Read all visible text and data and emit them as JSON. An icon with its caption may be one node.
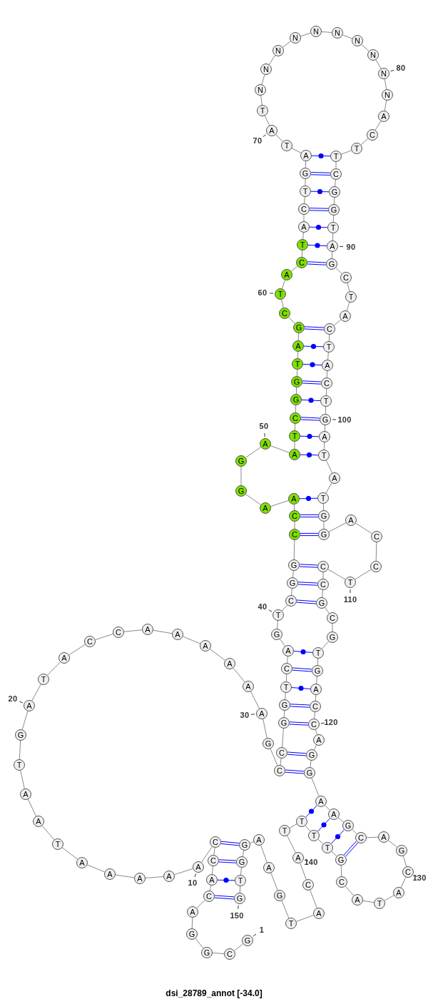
{
  "diagram": {
    "caption": "dsi_28789_annot [-34.0]",
    "nodes": [
      {
        "text": [
          "G"
        ],
        "beside": [
          "1"
        ]
      },
      {
        "text": [
          "C"
        ]
      },
      {
        "text": [
          "G"
        ]
      },
      {
        "text": [
          "G"
        ]
      },
      {
        "text": [
          "A"
        ]
      },
      {
        "text": [
          "C"
        ]
      },
      {
        "text": [
          "A"
        ]
      },
      {
        "text": [
          "C"
        ]
      },
      {
        "text": [
          "C"
        ]
      },
      {
        "text": [
          "A"
        ],
        "beside": [
          "10"
        ]
      },
      {
        "text": [
          "A"
        ]
      },
      {
        "text": [
          "A"
        ]
      },
      {
        "text": [
          "A"
        ]
      },
      {
        "text": [
          "A"
        ]
      },
      {
        "text": [
          "T"
        ]
      },
      {
        "text": [
          "A"
        ]
      },
      {
        "text": [
          "A"
        ]
      },
      {
        "text": [
          "T"
        ]
      },
      {
        "text": [
          "G"
        ]
      },
      {
        "text": [
          "A"
        ],
        "beside": [
          "20"
        ]
      },
      {
        "text": [
          "T"
        ]
      },
      {
        "text": [
          "A"
        ]
      },
      {
        "text": [
          "C"
        ]
      },
      {
        "text": [
          "C"
        ]
      },
      {
        "text": [
          "A"
        ]
      },
      {
        "text": [
          "A"
        ]
      },
      {
        "text": [
          "A"
        ]
      },
      {
        "text": [
          "A"
        ]
      },
      {
        "text": [
          "A"
        ]
      },
      {
        "text": [
          "A"
        ],
        "beside": [
          "30"
        ]
      },
      {
        "text": [
          "G"
        ]
      },
      {
        "text": [
          "C"
        ]
      },
      {
        "text": [
          "C"
        ]
      },
      {
        "text": [
          "G"
        ]
      },
      {
        "text": [
          "G"
        ]
      },
      {
        "text": [
          "T"
        ]
      },
      {
        "text": [
          "C"
        ]
      },
      {
        "text": [
          "A"
        ]
      },
      {
        "text": [
          "G"
        ]
      },
      {
        "text": [
          "T"
        ],
        "beside": [
          "40"
        ]
      },
      {
        "text": [
          "C"
        ]
      },
      {
        "text": [
          "G"
        ]
      },
      {
        "text": [
          "G"
        ]
      },
      {
        "text": [
          "C"
        ]
      },
      {
        "text": [
          "C"
        ]
      },
      {
        "text": [
          "A"
        ]
      },
      {
        "text": [
          "A"
        ]
      },
      {
        "text": [
          "G"
        ]
      },
      {
        "text": [
          "G"
        ]
      },
      {
        "text": [
          "A"
        ],
        "beside": [
          "50"
        ]
      },
      {
        "text": [
          "A"
        ]
      },
      {
        "text": [
          "T"
        ]
      },
      {
        "text": [
          "C"
        ]
      },
      {
        "text": [
          "G"
        ]
      },
      {
        "text": [
          "G"
        ]
      },
      {
        "text": [
          "T"
        ]
      },
      {
        "text": [
          "A"
        ]
      },
      {
        "text": [
          "G"
        ]
      },
      {
        "text": [
          "C"
        ]
      },
      {
        "text": [
          "T"
        ],
        "beside": [
          "60"
        ]
      },
      {
        "text": [
          "A"
        ]
      },
      {
        "text": [
          "C"
        ]
      },
      {
        "text": [
          "T"
        ]
      },
      {
        "text": [
          "A"
        ]
      },
      {
        "text": [
          "C"
        ]
      },
      {
        "text": [
          "T"
        ]
      },
      {
        "text": [
          "G"
        ]
      },
      {
        "text": [
          "A"
        ]
      },
      {
        "text": [
          "T"
        ]
      },
      {
        "text": [
          "A"
        ],
        "beside": [
          "70"
        ]
      },
      {
        "text": [
          "T"
        ]
      },
      {
        "text": [
          "N"
        ]
      },
      {
        "text": [
          "N"
        ]
      },
      {
        "text": [
          "N"
        ]
      },
      {
        "text": [
          "N"
        ]
      },
      {
        "text": [
          "N"
        ]
      },
      {
        "text": [
          "N"
        ]
      },
      {
        "text": [
          "N"
        ]
      },
      {
        "text": [
          "N"
        ]
      },
      {
        "text": [
          "N"
        ],
        "beside": [
          "80"
        ]
      },
      {
        "text": [
          "N"
        ]
      },
      {
        "text": [
          "A"
        ]
      },
      {
        "text": [
          "C"
        ]
      },
      {
        "text": [
          "T"
        ]
      },
      {
        "text": [
          "T"
        ]
      },
      {
        "text": [
          "C"
        ]
      },
      {
        "text": [
          "G"
        ]
      },
      {
        "text": [
          "G"
        ]
      },
      {
        "text": [
          "T"
        ]
      },
      {
        "text": [
          "A"
        ],
        "beside": [
          "90"
        ]
      },
      {
        "text": [
          "G"
        ]
      },
      {
        "text": [
          "C"
        ]
      },
      {
        "text": [
          "T"
        ]
      },
      {
        "text": [
          "A"
        ]
      },
      {
        "text": [
          "C"
        ]
      },
      {
        "text": [
          "T"
        ]
      },
      {
        "text": [
          "A"
        ]
      },
      {
        "text": [
          "C"
        ]
      },
      {
        "text": [
          "T"
        ]
      },
      {
        "text": [
          "G"
        ],
        "beside": [
          "100"
        ]
      },
      {
        "text": [
          "A"
        ]
      },
      {
        "text": [
          "T"
        ]
      },
      {
        "text": [
          "A"
        ]
      },
      {
        "text": [
          "T"
        ]
      },
      {
        "text": [
          "G"
        ]
      },
      {
        "text": [
          "G"
        ]
      },
      {
        "text": [
          "A"
        ]
      },
      {
        "text": [
          "C"
        ]
      },
      {
        "text": [
          "C"
        ]
      },
      {
        "text": [
          "T"
        ],
        "beside": [
          "110"
        ]
      },
      {
        "text": [
          "C"
        ]
      },
      {
        "text": [
          "C"
        ]
      },
      {
        "text": [
          "G"
        ]
      },
      {
        "text": [
          "C"
        ]
      },
      {
        "text": [
          "G"
        ]
      },
      {
        "text": [
          "T"
        ]
      },
      {
        "text": [
          "G"
        ]
      },
      {
        "text": [
          "A"
        ]
      },
      {
        "text": [
          "C"
        ]
      },
      {
        "text": [
          "C"
        ],
        "beside": [
          "120"
        ]
      },
      {
        "text": [
          "A"
        ]
      },
      {
        "text": [
          "G"
        ]
      },
      {
        "text": [
          "G"
        ]
      },
      {
        "text": [
          "A"
        ]
      },
      {
        "text": [
          "A"
        ]
      },
      {
        "text": [
          "G"
        ]
      },
      {
        "text": [
          "C"
        ]
      },
      {
        "text": [
          "A"
        ]
      },
      {
        "text": [
          "G"
        ]
      },
      {
        "text": [
          "C"
        ],
        "beside": [
          "130"
        ]
      },
      {
        "text": [
          "A"
        ]
      },
      {
        "text": [
          "T"
        ]
      },
      {
        "text": [
          "A"
        ]
      },
      {
        "text": [
          "C"
        ]
      },
      {
        "text": [
          "G"
        ]
      },
      {
        "text": [
          "T"
        ]
      },
      {
        "text": [
          "T"
        ]
      },
      {
        "text": [
          "T"
        ]
      },
      {
        "text": [
          "T"
        ]
      },
      {
        "text": [
          "A"
        ],
        "beside": [
          "140"
        ]
      },
      {
        "text": [
          "C"
        ]
      },
      {
        "text": [
          "A"
        ]
      },
      {
        "text": [
          "T"
        ]
      },
      {
        "text": [
          "G"
        ]
      },
      {
        "text": [
          "A"
        ]
      },
      {
        "text": [
          "A"
        ]
      },
      {
        "text": [
          "G"
        ]
      },
      {
        "text": [
          "G"
        ]
      },
      {
        "text": [
          "T"
        ]
      },
      {
        "text": [
          "G"
        ],
        "beside": [
          "150"
        ]
      }
    ],
    "edges": [
      {
        "from": 0,
        "to": 1,
        "arrow": "none"
      },
      {
        "from": 1,
        "to": 2,
        "arrow": "none"
      },
      {
        "from": 2,
        "to": 3,
        "arrow": "none"
      },
      {
        "from": 3,
        "to": 4,
        "arrow": "none"
      },
      {
        "from": 4,
        "to": 5,
        "arrow": "none"
      },
      {
        "from": 5,
        "to": 6,
        "arrow": "none"
      },
      {
        "from": 6,
        "to": 7,
        "arrow": "none"
      },
      {
        "from": 7,
        "to": 8,
        "arrow": "none"
      },
      {
        "from": 8,
        "to": 9,
        "arrow": "none"
      },
      {
        "from": 9,
        "to": 10,
        "arrow": "none"
      },
      {
        "from": 10,
        "to": 11,
        "arrow": "none"
      },
      {
        "from": 11,
        "to": 12,
        "arrow": "none"
      },
      {
        "from": 12,
        "to": 13,
        "arrow": "none"
      },
      {
        "from": 13,
        "to": 14,
        "arrow": "none"
      },
      {
        "from": 14,
        "to": 15,
        "arrow": "none"
      },
      {
        "from": 15,
        "to": 16,
        "arrow": "none"
      },
      {
        "from": 16,
        "to": 17,
        "arrow": "none"
      },
      {
        "from": 17,
        "to": 18,
        "arrow": "none"
      },
      {
        "from": 18,
        "to": 19,
        "arrow": "none"
      },
      {
        "from": 19,
        "to": 20,
        "arrow": "none"
      },
      {
        "from": 20,
        "to": 21,
        "arrow": "none"
      },
      {
        "from": 21,
        "to": 22,
        "arrow": "none"
      },
      {
        "from": 22,
        "to": 23,
        "arrow": "none"
      },
      {
        "from": 23,
        "to": 24,
        "arrow": "none"
      },
      {
        "from": 24,
        "to": 25,
        "arrow": "none"
      },
      {
        "from": 25,
        "to": 26,
        "arrow": "none"
      },
      {
        "from": 26,
        "to": 27,
        "arrow": "none"
      },
      {
        "from": 27,
        "to": 28,
        "arrow": "none"
      },
      {
        "from": 28,
        "to": 29,
        "arrow": "none"
      },
      {
        "from": 29,
        "to": 30,
        "arrow": "none"
      },
      {
        "from": 30,
        "to": 31,
        "arrow": "none"
      },
      {
        "from": 31,
        "to": 32,
        "arrow": "none"
      },
      {
        "from": 32,
        "to": 33,
        "arrow": "none"
      },
      {
        "from": 33,
        "to": 34,
        "arrow": "none"
      },
      {
        "from": 34,
        "to": 35,
        "arrow": "none"
      },
      {
        "from": 35,
        "to": 36,
        "arrow": "none"
      },
      {
        "from": 36,
        "to": 37,
        "arrow": "none"
      },
      {
        "from": 37,
        "to": 38,
        "arrow": "none"
      },
      {
        "from": 38,
        "to": 39,
        "arrow": "none"
      },
      {
        "from": 39,
        "to": 40,
        "arrow": "none"
      },
      {
        "from": 40,
        "to": 41,
        "arrow": "none"
      },
      {
        "from": 41,
        "to": 42,
        "arrow": "none"
      },
      {
        "from": 42,
        "to": 43,
        "arrow": "none"
      },
      {
        "from": 43,
        "to": 44,
        "arrow": "none"
      },
      {
        "from": 44,
        "to": 45,
        "arrow": "none"
      },
      {
        "from": 45,
        "to": 46,
        "arrow": "none"
      },
      {
        "from": 46,
        "to": 47,
        "arrow": "none"
      },
      {
        "from": 47,
        "to": 48,
        "arrow": "none"
      },
      {
        "from": 48,
        "to": 49,
        "arrow": "none"
      },
      {
        "from": 49,
        "to": 50,
        "arrow": "none"
      },
      {
        "from": 50,
        "to": 51,
        "arrow": "none"
      },
      {
        "from": 51,
        "to": 52,
        "arrow": "none"
      },
      {
        "from": 52,
        "to": 53,
        "arrow": "none"
      },
      {
        "from": 53,
        "to": 54,
        "arrow": "none"
      },
      {
        "from": 54,
        "to": 55,
        "arrow": "none"
      },
      {
        "from": 55,
        "to": 56,
        "arrow": "none"
      },
      {
        "from": 56,
        "to": 57,
        "arrow": "none"
      },
      {
        "from": 57,
        "to": 58,
        "arrow": "none"
      },
      {
        "from": 58,
        "to": 59,
        "arrow": "none"
      },
      {
        "from": 59,
        "to": 60,
        "arrow": "none"
      },
      {
        "from": 60,
        "to": 61,
        "arrow": "none"
      },
      {
        "from": 61,
        "to": 62,
        "arrow": "none"
      },
      {
        "from": 62,
        "to": 63,
        "arrow": "none"
      },
      {
        "from": 63,
        "to": 64,
        "arrow": "none"
      },
      {
        "from": 64,
        "to": 65,
        "arrow": "none"
      },
      {
        "from": 65,
        "to": 66,
        "arrow": "none"
      },
      {
        "from": 66,
        "to": 67,
        "arrow": "none"
      },
      {
        "from": 67,
        "to": 68,
        "arrow": "none"
      },
      {
        "from": 68,
        "to": 69,
        "arrow": "none"
      },
      {
        "from": 69,
        "to": 70,
        "arrow": "none"
      },
      {
        "from": 70,
        "to": 71,
        "arrow": "none"
      },
      {
        "from": 71,
        "to": 72,
        "arrow": "none"
      },
      {
        "from": 72,
        "to": 73,
        "arrow": "none"
      },
      {
        "from": 73,
        "to": 74,
        "arrow": "none"
      },
      {
        "from": 74,
        "to": 75,
        "arrow": "none"
      },
      {
        "from": 75,
        "to": 76,
        "arrow": "none"
      },
      {
        "from": 76,
        "to": 77,
        "arrow": "none"
      },
      {
        "from": 77,
        "to": 78,
        "arrow": "none"
      },
      {
        "from": 78,
        "to": 79,
        "arrow": "none"
      },
      {
        "from": 79,
        "to": 80,
        "arrow": "none"
      },
      {
        "from": 80,
        "to": 81,
        "arrow": "none"
      },
      {
        "from": 81,
        "to": 82,
        "arrow": "none"
      },
      {
        "from": 82,
        "to": 83,
        "arrow": "none"
      },
      {
        "from": 83,
        "to": 84,
        "arrow": "none"
      },
      {
        "from": 84,
        "to": 85,
        "arrow": "none"
      },
      {
        "from": 85,
        "to": 86,
        "arrow": "none"
      },
      {
        "from": 86,
        "to": 87,
        "arrow": "none"
      },
      {
        "from": 87,
        "to": 88,
        "arrow": "none"
      },
      {
        "from": 88,
        "to": 89,
        "arrow": "none"
      },
      {
        "from": 89,
        "to": 90,
        "arrow": "none"
      },
      {
        "from": 90,
        "to": 91,
        "arrow": "none"
      },
      {
        "from": 91,
        "to": 92,
        "arrow": "none"
      },
      {
        "from": 92,
        "to": 93,
        "arrow": "none"
      },
      {
        "from": 93,
        "to": 94,
        "arrow": "none"
      },
      {
        "from": 94,
        "to": 95,
        "arrow": "none"
      },
      {
        "from": 95,
        "to": 96,
        "arrow": "none"
      },
      {
        "from": 96,
        "to": 97,
        "arrow": "none"
      },
      {
        "from": 97,
        "to": 98,
        "arrow": "none"
      },
      {
        "from": 98,
        "to": 99,
        "arrow": "none"
      },
      {
        "from": 99,
        "to": 100,
        "arrow": "none"
      },
      {
        "from": 100,
        "to": 101,
        "arrow": "none"
      },
      {
        "from": 101,
        "to": 102,
        "arrow": "none"
      },
      {
        "from": 102,
        "to": 103,
        "arrow": "none"
      },
      {
        "from": 103,
        "to": 104,
        "arrow": "none"
      },
      {
        "from": 104,
        "to": 105,
        "arrow": "none"
      },
      {
        "from": 105,
        "to": 106,
        "arrow": "none"
      },
      {
        "from": 106,
        "to": 107,
        "arrow": "none"
      },
      {
        "from": 107,
        "to": 108,
        "arrow": "none"
      },
      {
        "from": 108,
        "to": 109,
        "arrow": "none"
      },
      {
        "from": 109,
        "to": 110,
        "arrow": "none"
      },
      {
        "from": 110,
        "to": 111,
        "arrow": "none"
      },
      {
        "from": 111,
        "to": 112,
        "arrow": "none"
      },
      {
        "from": 112,
        "to": 113,
        "arrow": "none"
      },
      {
        "from": 113,
        "to": 114,
        "arrow": "none"
      },
      {
        "from": 114,
        "to": 115,
        "arrow": "none"
      },
      {
        "from": 115,
        "to": 116,
        "arrow": "none"
      },
      {
        "from": 116,
        "to": 117,
        "arrow": "none"
      },
      {
        "from": 117,
        "to": 118,
        "arrow": "none"
      },
      {
        "from": 118,
        "to": 119,
        "arrow": "none"
      },
      {
        "from": 119,
        "to": 120,
        "arrow": "none"
      },
      {
        "from": 120,
        "to": 121,
        "arrow": "none"
      },
      {
        "from": 121,
        "to": 122,
        "arrow": "none"
      },
      {
        "from": 122,
        "to": 123,
        "arrow": "none"
      },
      {
        "from": 123,
        "to": 124,
        "arrow": "none"
      },
      {
        "from": 124,
        "to": 125,
        "arrow": "none"
      },
      {
        "from": 125,
        "to": 126,
        "arrow": "none"
      },
      {
        "from": 126,
        "to": 127,
        "arrow": "none"
      },
      {
        "from": 127,
        "to": 128,
        "arrow": "none"
      },
      {
        "from": 128,
        "to": 129,
        "arrow": "none"
      },
      {
        "from": 129,
        "to": 130,
        "arrow": "none"
      },
      {
        "from": 130,
        "to": 131,
        "arrow": "none"
      },
      {
        "from": 131,
        "to": 132,
        "arrow": "none"
      },
      {
        "from": 132,
        "to": 133,
        "arrow": "none"
      },
      {
        "from": 133,
        "to": 134,
        "arrow": "none"
      },
      {
        "from": 134,
        "to": 135,
        "arrow": "none"
      },
      {
        "from": 135,
        "to": 136,
        "arrow": "none"
      },
      {
        "from": 136,
        "to": 137,
        "arrow": "none"
      },
      {
        "from": 137,
        "to": 138,
        "arrow": "none"
      },
      {
        "from": 138,
        "to": 139,
        "arrow": "none"
      },
      {
        "from": 139,
        "to": 140,
        "arrow": "none"
      },
      {
        "from": 140,
        "to": 141,
        "arrow": "none"
      },
      {
        "from": 141,
        "to": 142,
        "arrow": "none"
      },
      {
        "from": 142,
        "to": 143,
        "arrow": "none"
      },
      {
        "from": 143,
        "to": 144,
        "arrow": "none"
      },
      {
        "from": 144,
        "to": 145,
        "arrow": "none"
      },
      {
        "from": 145,
        "to": 146,
        "arrow": "none"
      },
      {
        "from": 146,
        "to": 147,
        "arrow": "none"
      },
      {
        "from": 147,
        "to": 148,
        "arrow": "none"
      },
      {
        "from": 148,
        "to": 149,
        "arrow": "none"
      },
      {
        "from": 5,
        "to": 149,
        "arrow": "none",
        "color": "#0000ff"
      },
      {
        "from": 6,
        "to": 148,
        "arrow": "none",
        "color": "#0000ff"
      },
      {
        "from": 7,
        "to": 147,
        "arrow": "none",
        "color": "#0000ff"
      },
      {
        "from": 8,
        "to": 146,
        "arrow": "none",
        "color": "#0000ff"
      },
      {
        "from": 31,
        "to": 122,
        "arrow": "none",
        "color": "#0000ff"
      },
      {
        "from": 32,
        "to": 121,
        "arrow": "none",
        "color": "#0000ff"
      },
      {
        "from": 33,
        "to": 119,
        "arrow": "none",
        "color": "#0000ff"
      },
      {
        "from": 34,
        "to": 118,
        "arrow": "none",
        "color": "#0000ff"
      },
      {
        "from": 35,
        "to": 117,
        "arrow": "none",
        "color": "#0000ff"
      },
      {
        "from": 36,
        "to": 116,
        "arrow": "none",
        "color": "#0000ff"
      },
      {
        "from": 37,
        "to": 115,
        "arrow": "none",
        "color": "#0000ff"
      },
      {
        "from": 40,
        "to": 112,
        "arrow": "none",
        "color": "#0000ff"
      },
      {
        "from": 41,
        "to": 111,
        "arrow": "none",
        "color": "#0000ff"
      },
      {
        "from": 42,
        "to": 110,
        "arrow": "none",
        "color": "#0000ff"
      },
      {
        "from": 43,
        "to": 105,
        "arrow": "none",
        "color": "#0000ff"
      },
      {
        "from": 44,
        "to": 104,
        "arrow": "none",
        "color": "#0000ff"
      },
      {
        "from": 45,
        "to": 103,
        "arrow": "none",
        "color": "#0000ff"
      },
      {
        "from": 50,
        "to": 101,
        "arrow": "none",
        "color": "#0000ff"
      },
      {
        "from": 51,
        "to": 100,
        "arrow": "none",
        "color": "#0000ff"
      },
      {
        "from": 52,
        "to": 99,
        "arrow": "none",
        "color": "#0000ff"
      },
      {
        "from": 53,
        "to": 98,
        "arrow": "none",
        "color": "#0000ff"
      },
      {
        "from": 54,
        "to": 97,
        "arrow": "none",
        "color": "#0000ff"
      },
      {
        "from": 55,
        "to": 96,
        "arrow": "none",
        "color": "#0000ff"
      },
      {
        "from": 56,
        "to": 95,
        "arrow": "none",
        "color": "#0000ff"
      },
      {
        "from": 57,
        "to": 94,
        "arrow": "none",
        "color": "#0000ff"
      },
      {
        "from": 61,
        "to": 90,
        "arrow": "none",
        "color": "#0000ff"
      },
      {
        "from": 62,
        "to": 89,
        "arrow": "none",
        "color": "#0000ff"
      },
      {
        "from": 63,
        "to": 88,
        "arrow": "none",
        "color": "#0000ff"
      },
      {
        "from": 64,
        "to": 87,
        "arrow": "none",
        "color": "#0000ff"
      },
      {
        "from": 65,
        "to": 86,
        "arrow": "none",
        "color": "#0000ff"
      },
      {
        "from": 66,
        "to": 85,
        "arrow": "none",
        "color": "#0000ff"
      },
      {
        "from": 67,
        "to": 84,
        "arrow": "none",
        "color": "#0000ff"
      },
      {
        "from": 123,
        "to": 137,
        "arrow": "none",
        "color": "#0000ff"
      },
      {
        "from": 124,
        "to": 136,
        "arrow": "none",
        "color": "#0000ff"
      },
      {
        "from": 125,
        "to": 135,
        "arrow": "none",
        "color": "#0000ff"
      },
      {
        "from": 126,
        "to": 134,
        "arrow": "none",
        "color": "#0000ff"
      }
    ]
  }
}
